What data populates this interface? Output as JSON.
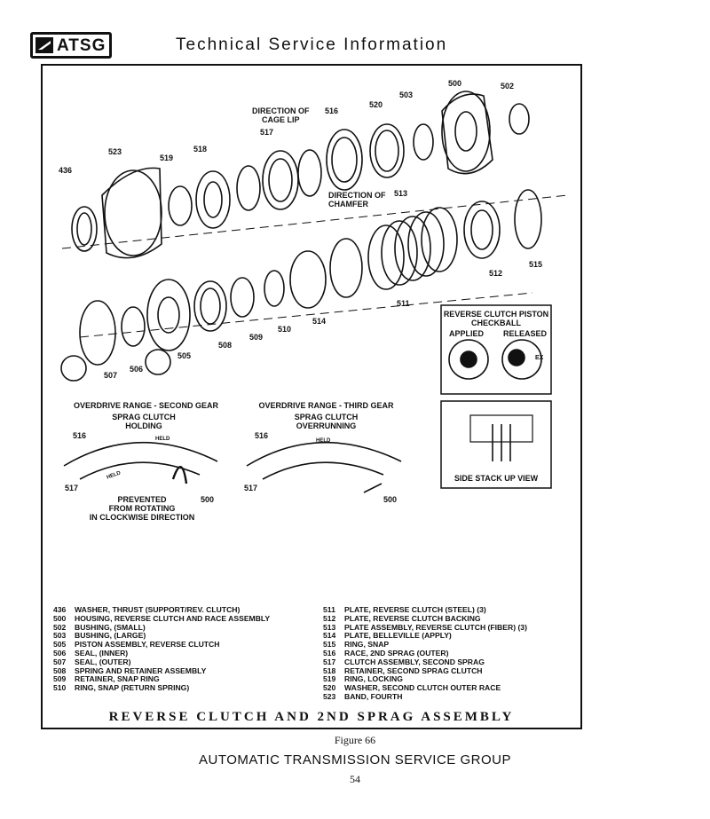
{
  "header": {
    "logo_text": "ATSG",
    "title": "Technical Service Information"
  },
  "callouts": {
    "dir_cage_lip": "DIRECTION OF\nCAGE LIP",
    "dir_chamfer": "DIRECTION OF\nCHAMFER",
    "n436": "436",
    "n523": "523",
    "n519": "519",
    "n518": "518",
    "n517": "517",
    "n516": "516",
    "n520": "520",
    "n503": "503",
    "n500": "500",
    "n502": "502",
    "n513": "513",
    "n512": "512",
    "n515": "515",
    "n511": "511",
    "n514": "514",
    "n510": "510",
    "n509": "509",
    "n508": "508",
    "n505": "505",
    "n506": "506",
    "n507": "507"
  },
  "checkball": {
    "title": "REVERSE CLUTCH PISTON\nCHECKBALL",
    "applied": "APPLIED",
    "released": "RELEASED",
    "ex": "EX"
  },
  "stack": {
    "caption": "SIDE STACK UP VIEW"
  },
  "second_gear": {
    "title": "OVERDRIVE RANGE - SECOND GEAR",
    "sub": "SPRAG CLUTCH\nHOLDING",
    "n516": "516",
    "n517": "517",
    "n500": "500",
    "held_top": "HELD",
    "held_mid": "HELD",
    "note": "PREVENTED\nFROM ROTATING\nIN CLOCKWISE DIRECTION"
  },
  "third_gear": {
    "title": "OVERDRIVE RANGE - THIRD GEAR",
    "sub": "SPRAG CLUTCH\nOVERRUNNING",
    "n516": "516",
    "n517": "517",
    "n500": "500",
    "held_top": "HELD"
  },
  "legend_left": [
    {
      "num": "436",
      "desc": "WASHER, THRUST (SUPPORT/REV. CLUTCH)"
    },
    {
      "num": "500",
      "desc": "HOUSING, REVERSE CLUTCH AND RACE ASSEMBLY"
    },
    {
      "num": "502",
      "desc": "BUSHING, (SMALL)"
    },
    {
      "num": "503",
      "desc": "BUSHING, (LARGE)"
    },
    {
      "num": "505",
      "desc": "PISTON ASSEMBLY, REVERSE CLUTCH"
    },
    {
      "num": "506",
      "desc": "SEAL, (INNER)"
    },
    {
      "num": "507",
      "desc": "SEAL, (OUTER)"
    },
    {
      "num": "508",
      "desc": "SPRING AND RETAINER ASSEMBLY"
    },
    {
      "num": "509",
      "desc": "RETAINER, SNAP RING"
    },
    {
      "num": "510",
      "desc": "RING, SNAP (RETURN SPRING)"
    }
  ],
  "legend_right": [
    {
      "num": "511",
      "desc": "PLATE, REVERSE CLUTCH (STEEL) (3)"
    },
    {
      "num": "512",
      "desc": "PLATE, REVERSE CLUTCH BACKING"
    },
    {
      "num": "513",
      "desc": "PLATE ASSEMBLY, REVERSE CLUTCH (FIBER) (3)"
    },
    {
      "num": "514",
      "desc": "PLATE, BELLEVILLE (APPLY)"
    },
    {
      "num": "515",
      "desc": "RING, SNAP"
    },
    {
      "num": "516",
      "desc": "RACE, 2ND SPRAG (OUTER)"
    },
    {
      "num": "517",
      "desc": "CLUTCH ASSEMBLY, SECOND SPRAG"
    },
    {
      "num": "518",
      "desc": "RETAINER, SECOND SPRAG CLUTCH"
    },
    {
      "num": "519",
      "desc": "RING, LOCKING"
    },
    {
      "num": "520",
      "desc": "WASHER, SECOND CLUTCH OUTER RACE"
    },
    {
      "num": "523",
      "desc": "BAND, FOURTH"
    }
  ],
  "assembly_title": "REVERSE CLUTCH AND 2ND SPRAG ASSEMBLY",
  "figure_label": "Figure 66",
  "footer_group": "AUTOMATIC TRANSMISSION SERVICE GROUP",
  "page_number": "54"
}
